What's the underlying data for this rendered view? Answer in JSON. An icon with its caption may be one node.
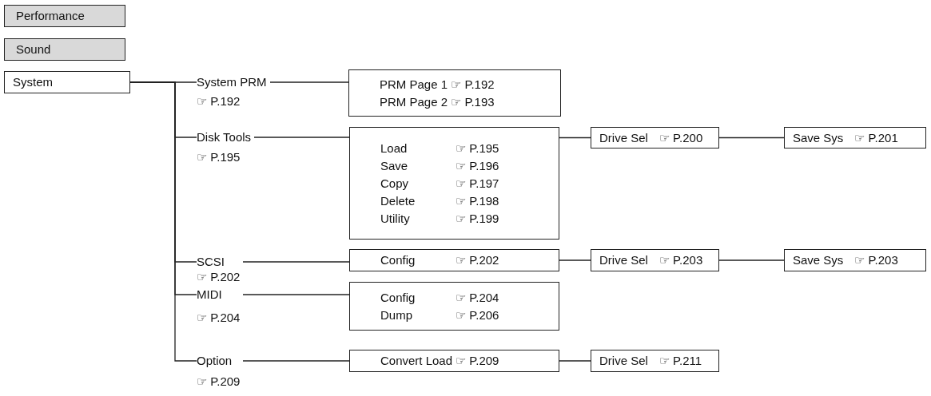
{
  "diagram": {
    "nodes": [
      {
        "text": [
          "Performance"
        ]
      },
      {
        "text": [
          "Sound"
        ]
      },
      {
        "text": [
          "System"
        ]
      },
      {
        "text": [
          "System PRM",
          "☞ P.192"
        ]
      },
      {
        "text": [
          "PRM Page 1 ☞ P.192",
          "PRM Page 2 ☞ P.193"
        ]
      },
      {
        "text": [
          "Disk Tools",
          "☞ P.195"
        ]
      },
      {
        "text": [
          "Load",
          "☞ P.195",
          "Save",
          "☞ P.196",
          "Copy",
          "☞ P.197",
          "Delete",
          "☞ P.198",
          "Utility",
          "☞ P.199"
        ]
      },
      {
        "text": [
          "Drive Sel",
          "☞ P.200"
        ]
      },
      {
        "text": [
          "Save Sys",
          "☞ P.201"
        ]
      },
      {
        "text": [
          "SCSI",
          "☞ P.202"
        ]
      },
      {
        "text": [
          "Config",
          "☞ P.202"
        ]
      },
      {
        "text": [
          "Drive Sel",
          "☞ P.203"
        ]
      },
      {
        "text": [
          "Save Sys",
          "☞ P.203"
        ]
      },
      {
        "text": [
          "MIDI",
          "☞ P.204"
        ]
      },
      {
        "text": [
          "Config",
          "☞ P.204",
          "Dump",
          "☞ P.206"
        ]
      },
      {
        "text": [
          "Option",
          "☞ P.209"
        ]
      },
      {
        "text": [
          "Convert Load",
          "☞ P.209"
        ]
      },
      {
        "text": [
          "Drive Sel",
          "☞ P.211"
        ]
      }
    ],
    "edges": [
      {
        "from": 2,
        "to": 3,
        "arrow": "none"
      },
      {
        "from": 2,
        "to": 5,
        "arrow": "none"
      },
      {
        "from": 2,
        "to": 9,
        "arrow": "none"
      },
      {
        "from": 2,
        "to": 13,
        "arrow": "none"
      },
      {
        "from": 2,
        "to": 15,
        "arrow": "none"
      },
      {
        "from": 3,
        "to": 4,
        "arrow": "none"
      },
      {
        "from": 5,
        "to": 6,
        "arrow": "none"
      },
      {
        "from": 6,
        "to": 7,
        "arrow": "none"
      },
      {
        "from": 7,
        "to": 8,
        "arrow": "none"
      },
      {
        "from": 9,
        "to": 10,
        "arrow": "none"
      },
      {
        "from": 10,
        "to": 11,
        "arrow": "none"
      },
      {
        "from": 11,
        "to": 12,
        "arrow": "none"
      },
      {
        "from": 13,
        "to": 14,
        "arrow": "none"
      },
      {
        "from": 15,
        "to": 16,
        "arrow": "none"
      },
      {
        "from": 16,
        "to": 17,
        "arrow": "none"
      }
    ]
  }
}
